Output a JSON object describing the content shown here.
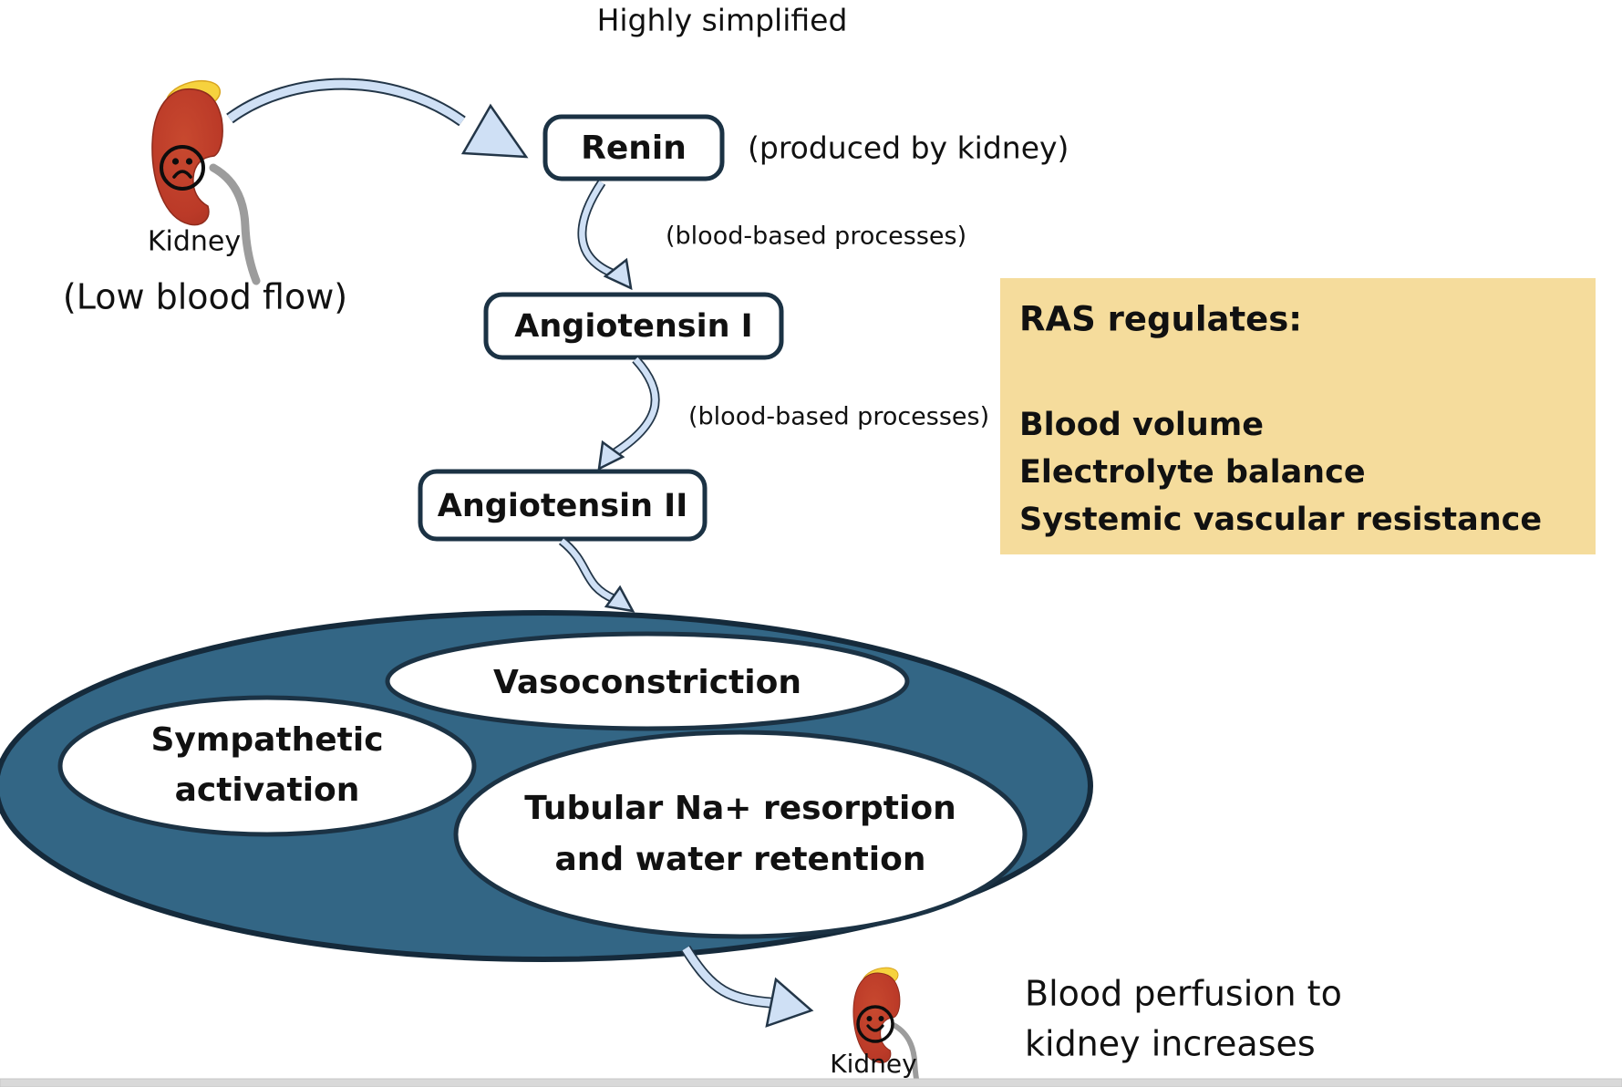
{
  "title": "Highly simplified",
  "nodes": {
    "renin": "Renin",
    "angiotensin1": "Angiotensin I",
    "angiotensin2": "Angiotensin II"
  },
  "annotations": {
    "produced_by": "(produced by kidney)",
    "blood_based_1": "(blood-based processes)",
    "blood_based_2": "(blood-based processes)",
    "low_blood_flow": "(Low blood flow)",
    "perfusion_line1": "Blood perfusion to",
    "perfusion_line2": "kidney increases"
  },
  "kidney_top": {
    "label": "Kidney"
  },
  "kidney_bottom": {
    "label": "Kidney"
  },
  "effects": {
    "vasoconstriction": "Vasoconstriction",
    "sympathetic_line1": "Sympathetic",
    "sympathetic_line2": "activation",
    "tubular_line1": "Tubular Na+ resorption",
    "tubular_line2": "and water retention"
  },
  "ras_box": {
    "title": "RAS regulates:",
    "items": [
      "Blood volume",
      "Electrolyte balance",
      "Systemic vascular resistance"
    ]
  },
  "colors": {
    "ellipse_fill": "#336685",
    "dark_border": "#1b3244",
    "arrow_fill": "#cfe0f5",
    "arrow_outline": "#233648",
    "ras_box_fill": "#f5dc9c",
    "kidney_red": "#be3e2b",
    "adrenal_yellow": "#f6d23e",
    "ureter_gray": "#9c9c9c",
    "bottom_strip": "#d9d9d9"
  }
}
